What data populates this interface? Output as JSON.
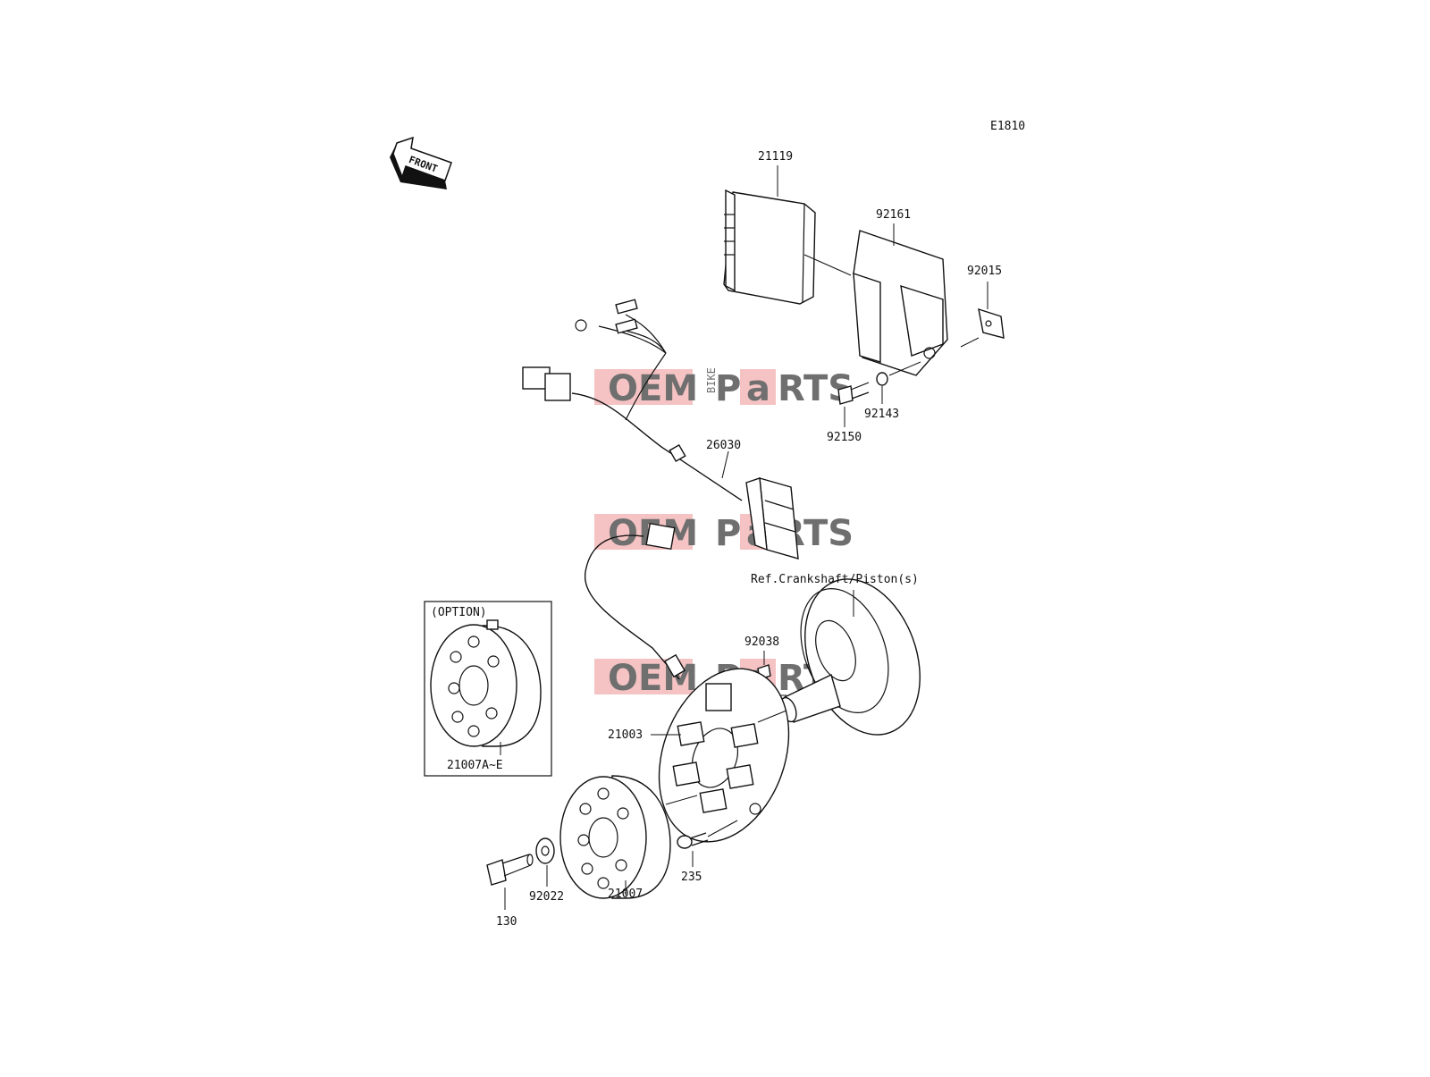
{
  "diagram": {
    "code": "E1810",
    "front_label": "FRONT",
    "option_label": "(OPTION)",
    "ref_label": "Ref.Crankshaft/Piston(s)",
    "parts": [
      {
        "id": "21119"
      },
      {
        "id": "92161"
      },
      {
        "id": "92015"
      },
      {
        "id": "92143"
      },
      {
        "id": "92150"
      },
      {
        "id": "26030"
      },
      {
        "id": "92038"
      },
      {
        "id": "21003"
      },
      {
        "id": "21007A~E"
      },
      {
        "id": "21007"
      },
      {
        "id": "235"
      },
      {
        "id": "92022"
      },
      {
        "id": "130"
      }
    ]
  },
  "watermark": {
    "oem": "OEM",
    "bike": "BIKE",
    "parts_a": "P",
    "parts_b": "a",
    "parts_c": "RTS"
  }
}
